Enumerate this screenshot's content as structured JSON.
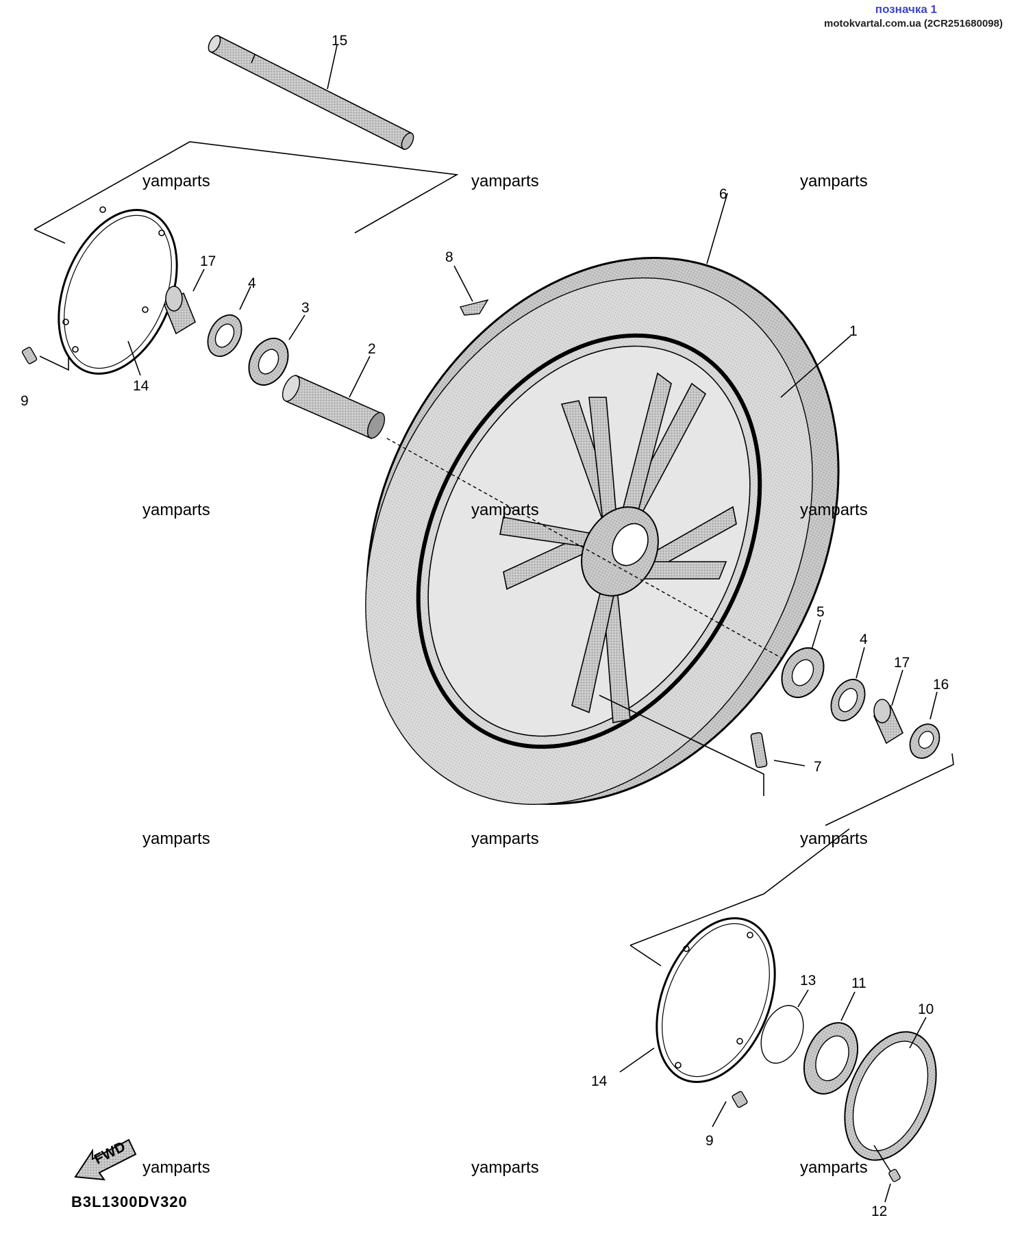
{
  "header": {
    "tag": "позначка 1",
    "source": "motokvartal.com.ua (2CR251680098)"
  },
  "watermark": "yamparts",
  "diagram_code": "B3L1300DV320",
  "fwd_label": "FWD",
  "callouts": {
    "c1": "1",
    "c2": "2",
    "c3": "3",
    "c4a": "4",
    "c4b": "4",
    "c5": "5",
    "c6": "6",
    "c7": "7",
    "c8": "8",
    "c9a": "9",
    "c9b": "9",
    "c10": "10",
    "c11": "11",
    "c12": "12",
    "c13": "13",
    "c14a": "14",
    "c14b": "14",
    "c15": "15",
    "c16": "16",
    "c17a": "17",
    "c17b": "17"
  }
}
